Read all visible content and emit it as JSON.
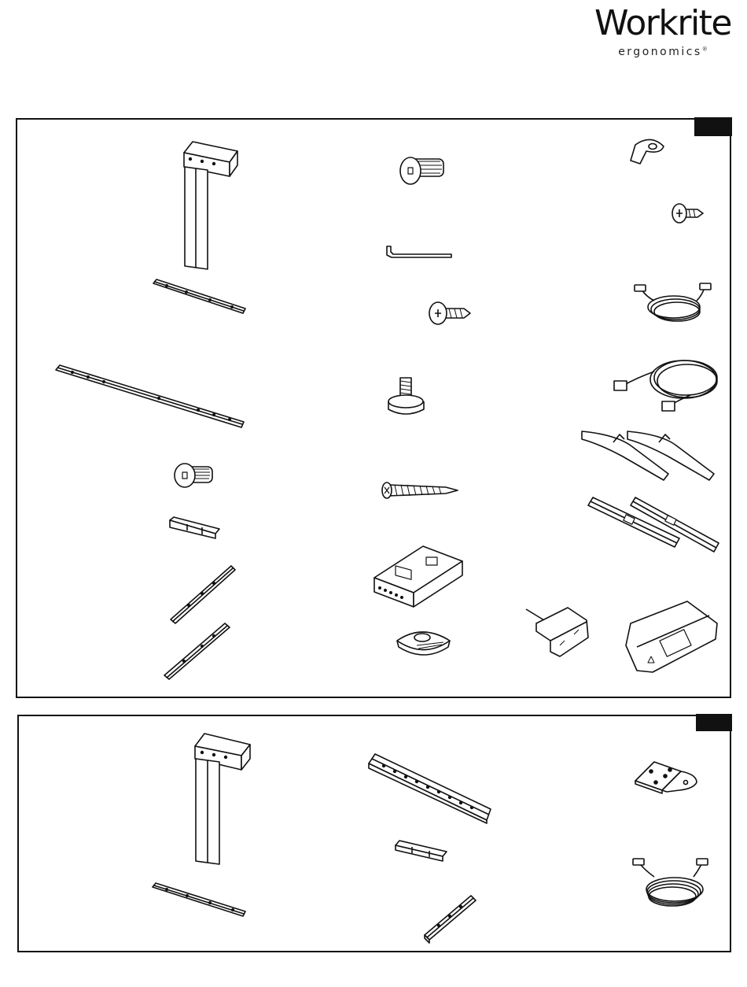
{
  "brand": {
    "name": "Workrite",
    "tagline": "ergonomics",
    "mark": "®"
  },
  "colors": {
    "ink": "#111111",
    "paper": "#ffffff"
  },
  "panels": [
    {
      "id": "panel-a",
      "tab_label": ""
    },
    {
      "id": "panel-b",
      "tab_label": ""
    }
  ]
}
